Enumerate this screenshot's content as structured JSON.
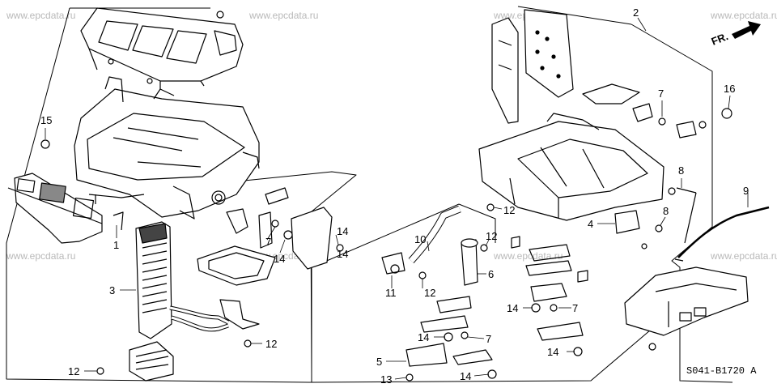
{
  "watermarks": [
    "www.epcdata.ru",
    "www.epcdata.ru",
    "www.epcdata.ru",
    "www.epcdata.ru",
    "www.epcdata.ru",
    "www.epcdata.ru",
    "www.epcdata.ru",
    "www.epcdata.ru"
  ],
  "direction_label": "FR.",
  "diagram_code": "S041-B1720 A",
  "callouts": [
    "1",
    "2",
    "3",
    "4",
    "5",
    "6",
    "7",
    "7",
    "7",
    "7",
    "8",
    "8",
    "9",
    "10",
    "11",
    "12",
    "12",
    "12",
    "12",
    "12",
    "13",
    "14",
    "14",
    "14",
    "14",
    "14",
    "14",
    "14",
    "15",
    "16"
  ]
}
